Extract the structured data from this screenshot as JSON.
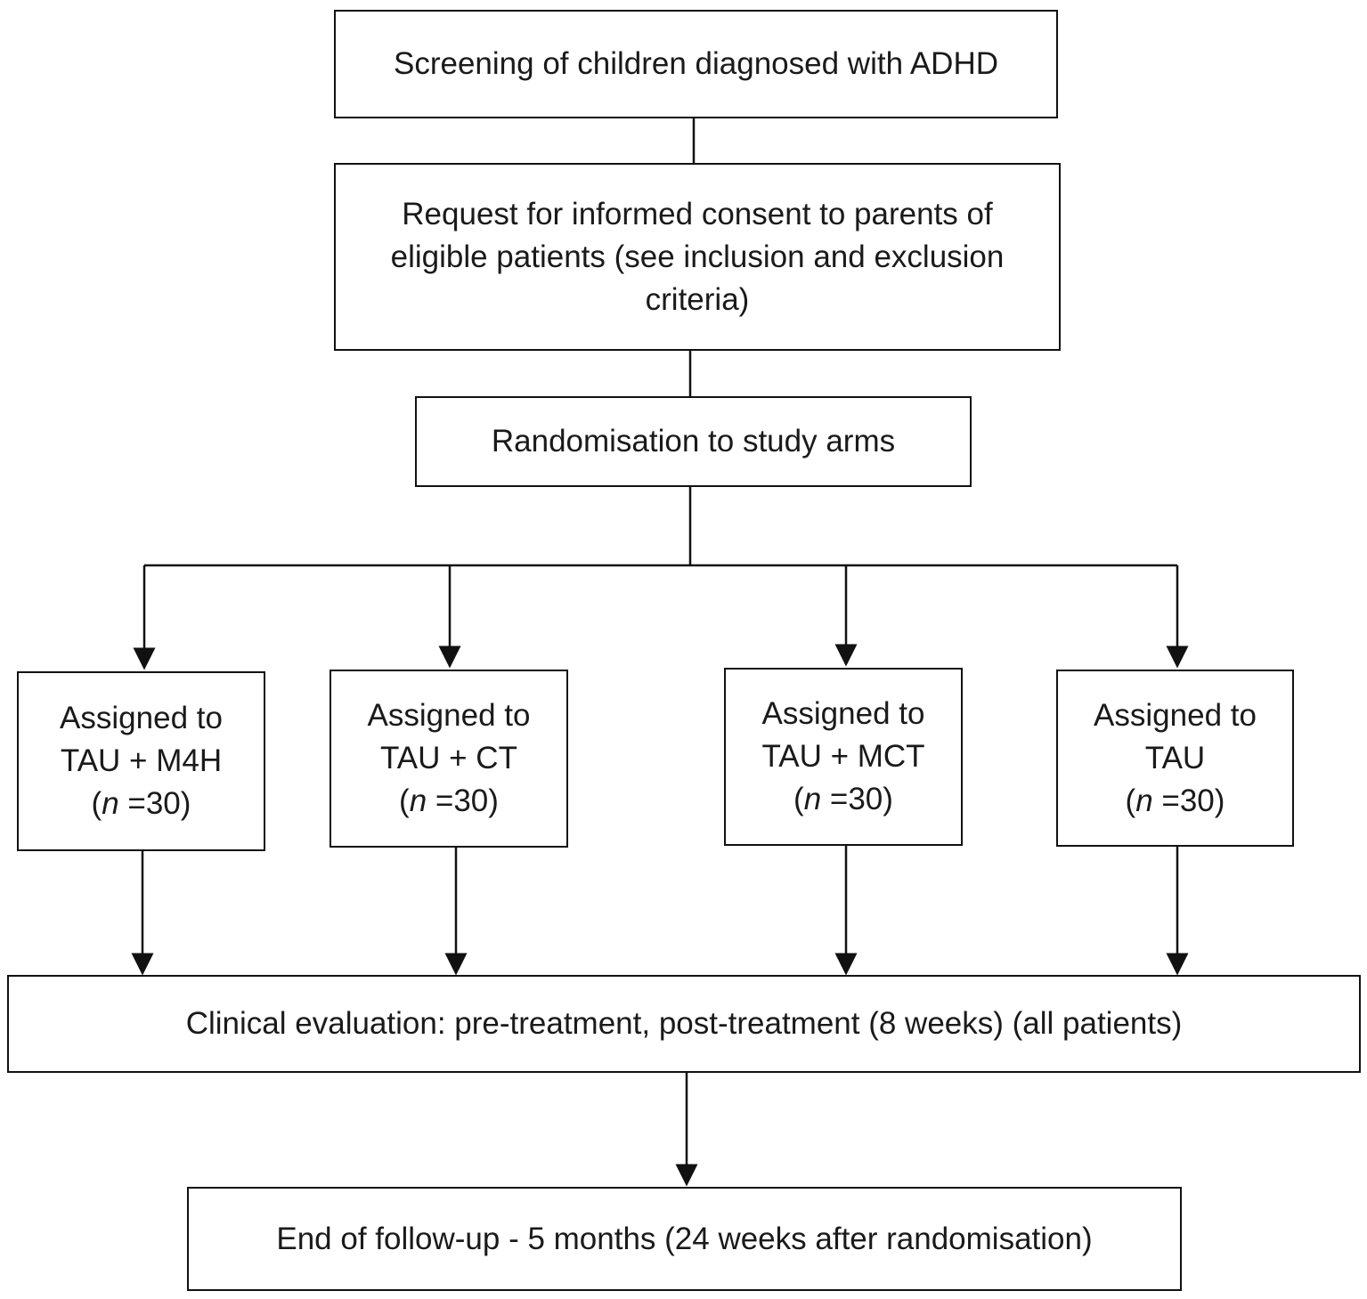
{
  "colors": {
    "line": "#111111",
    "text": "#1a1a1a",
    "background": "#ffffff"
  },
  "steps": {
    "screening": "Screening of children diagnosed with ADHD",
    "consent": [
      "Request for informed consent to parents of",
      "eligible patients (see inclusion and exclusion",
      "criteria)"
    ],
    "randomisation": "Randomisation to study arms",
    "evaluation": "Clinical evaluation: pre-treatment, post-treatment (8 weeks) (all patients)",
    "followup": "End of follow-up - 5 months (24 weeks after randomisation)"
  },
  "arms": [
    {
      "line1": "Assigned to",
      "line2": "TAU + M4H",
      "n_label": "n",
      "n_value": "=30)"
    },
    {
      "line1": "Assigned to",
      "line2": "TAU + CT",
      "n_label": "n",
      "n_value": "=30)"
    },
    {
      "line1": "Assigned to",
      "line2": "TAU + MCT",
      "n_label": "n",
      "n_value": "=30)"
    },
    {
      "line1": "Assigned to",
      "line2": "TAU",
      "n_label": "n",
      "n_value": "=30)"
    }
  ]
}
